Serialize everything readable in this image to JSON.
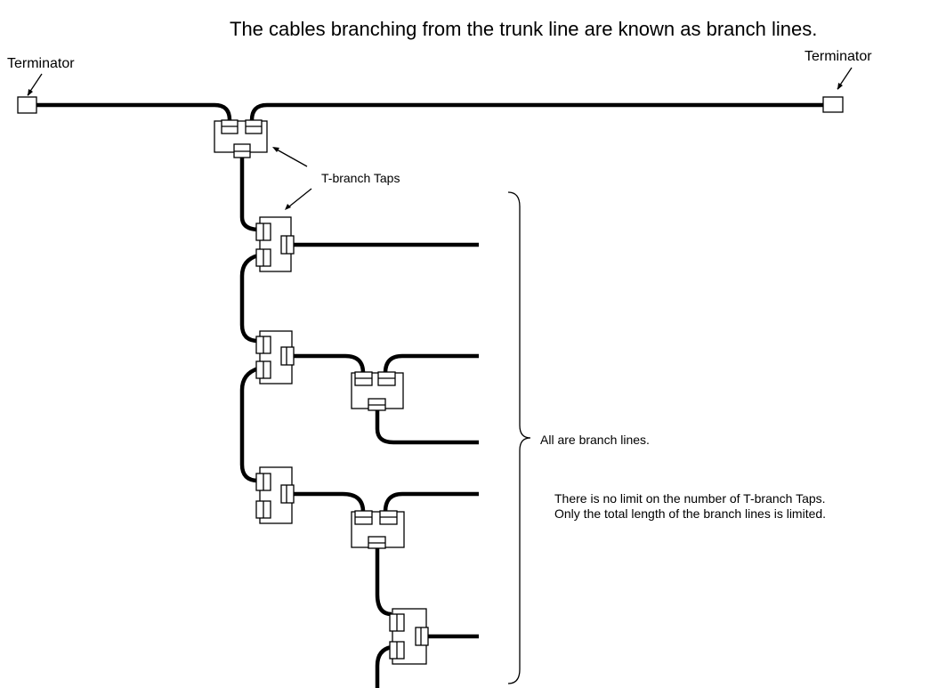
{
  "header": {
    "caption": "The cables branching from the trunk line are known as branch lines."
  },
  "labels": {
    "terminator_left": "Terminator",
    "terminator_right": "Terminator",
    "taps": "T-branch Taps",
    "branch_group": "All are branch lines.",
    "note_line1": "There is no limit on the number of T-branch Taps.",
    "note_line2": "Only the total length of the branch lines is limited."
  }
}
